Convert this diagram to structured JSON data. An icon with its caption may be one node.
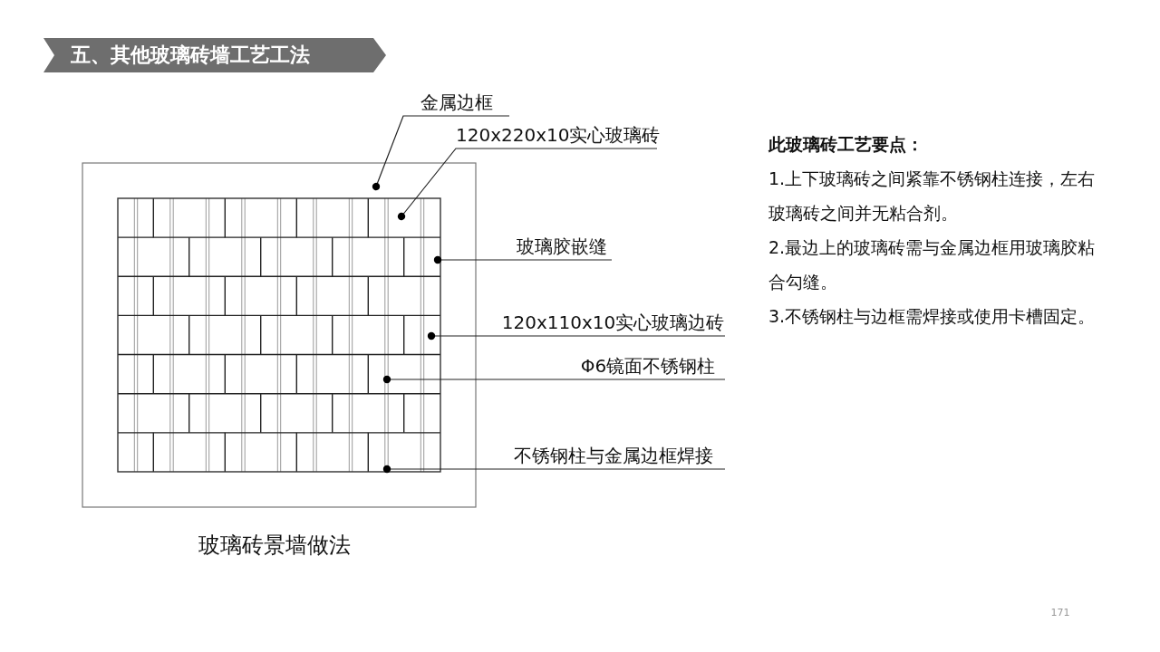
{
  "diagram": {
    "title": "五、其他玻璃砖墙工艺工法",
    "caption": "玻璃砖景墙做法",
    "nodes": [
      {
        "text": [
          "金属边框"
        ]
      },
      {
        "text": [
          "120x220x10实心玻璃砖"
        ]
      },
      {
        "text": [
          "玻璃胶嵌缝"
        ]
      },
      {
        "text": [
          "120x110x10实心玻璃边砖"
        ]
      },
      {
        "text": [
          "Φ6镜面不锈钢柱"
        ]
      },
      {
        "text": [
          "不锈钢柱与金属边框焊接"
        ]
      }
    ],
    "edges": [
      {
        "from": 0,
        "to": null,
        "arrow": "other"
      },
      {
        "from": 1,
        "to": null,
        "arrow": "other"
      },
      {
        "from": 2,
        "to": null,
        "arrow": "other"
      },
      {
        "from": 3,
        "to": null,
        "arrow": "other"
      },
      {
        "from": 4,
        "to": null,
        "arrow": "other"
      },
      {
        "from": 5,
        "to": null,
        "arrow": "other"
      }
    ],
    "labels": [
      "此玻璃砖工艺要点：",
      "1.上下玻璃砖之间紧靠不锈钢柱连接，左右玻璃砖之间并无粘合剂。",
      "2.最边上的玻璃砖需与金属边框用玻璃胶粘合勾缝。",
      "3.不锈钢柱与边框需焊接或使用卡槽固定。",
      "171"
    ]
  }
}
